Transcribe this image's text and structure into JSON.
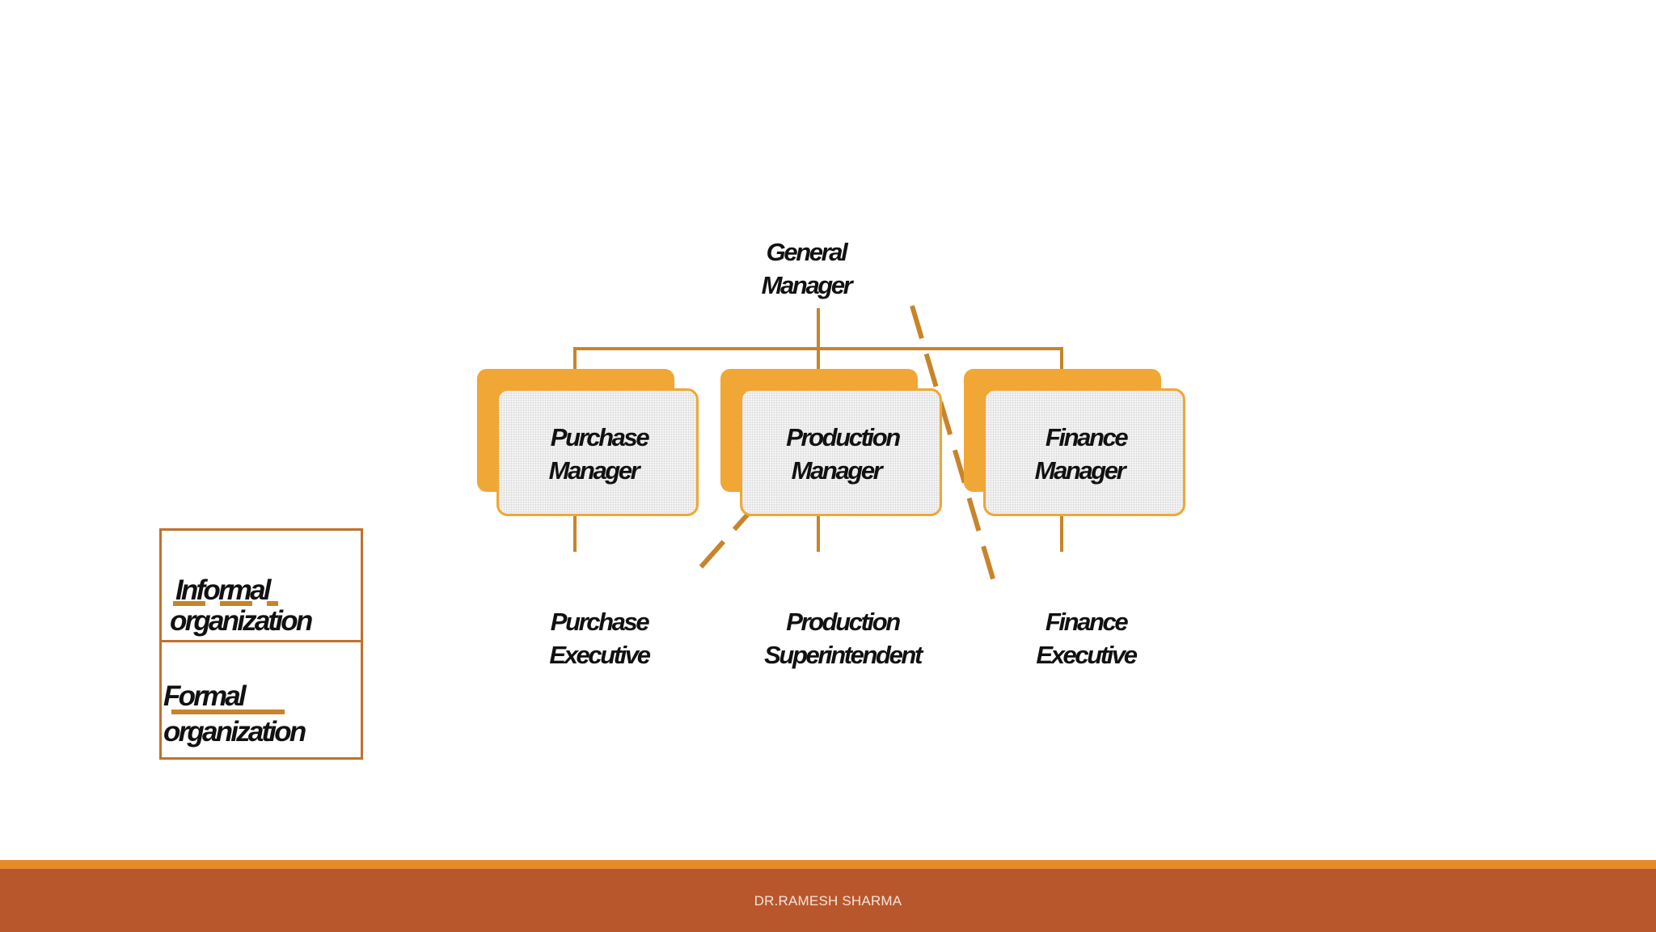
{
  "diagram": {
    "top": {
      "line1": "General",
      "line2": "Manager"
    },
    "managers": [
      {
        "line1": "Purchase",
        "line2": "Manager"
      },
      {
        "line1": "Production",
        "line2": "Manager"
      },
      {
        "line1": "Finance",
        "line2": "Manager"
      }
    ],
    "subordinates": [
      {
        "line1": "Purchase",
        "line2": "Executive"
      },
      {
        "line1": "Production",
        "line2": "Superintendent"
      },
      {
        "line1": "Finance",
        "line2": "Executive"
      }
    ]
  },
  "legend": {
    "informal": {
      "line1": "Informal",
      "line2": "organization"
    },
    "formal": {
      "line1": "Formal",
      "line2": "organization"
    }
  },
  "footer": {
    "text": "DR.RAMESH SHARMA"
  },
  "colors": {
    "box_orange": "#f0a735",
    "line_brown": "#c8842a",
    "legend_border": "#c0712c",
    "footer_bar": "#b9572c",
    "footer_stripe": "#e78a2a"
  }
}
